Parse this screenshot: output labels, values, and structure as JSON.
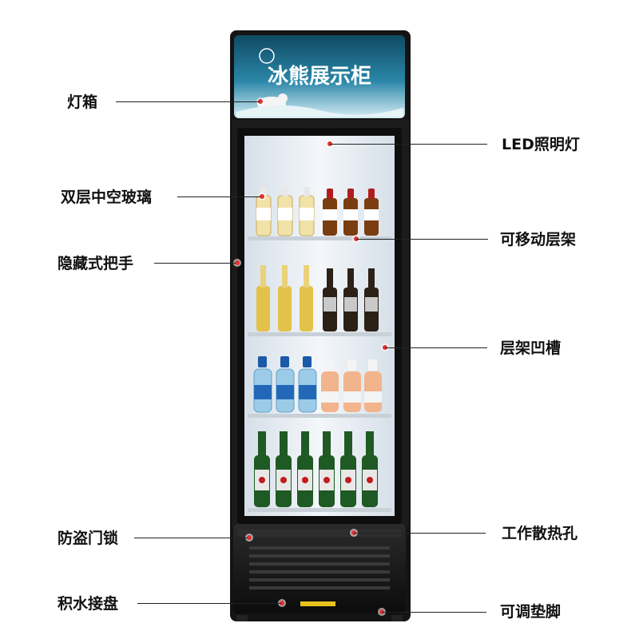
{
  "sign": {
    "text": "冰熊展示柜"
  },
  "callouts": {
    "lightbox": "灯箱",
    "led_light": "LED照明灯",
    "double_glass": "双层中空玻璃",
    "movable_shelf": "可移动层架",
    "hidden_handle": "隐藏式把手",
    "shelf_groove": "层架凹槽",
    "anti_theft_lock": "防盗门锁",
    "vent_holes": "工作散热孔",
    "drip_tray": "积水接盘",
    "adjustable_feet": "可调垫脚"
  },
  "shelves": [
    {
      "name": "shelf-1",
      "items": "tea-bottles-and-cola"
    },
    {
      "name": "shelf-2",
      "items": "yellow-beer-and-dark-beer"
    },
    {
      "name": "shelf-3",
      "items": "blue-water-and-orange-c100"
    },
    {
      "name": "shelf-4",
      "items": "green-beer-bottles"
    }
  ],
  "colors": {
    "cabinet": "#151515",
    "sign_top": "#1f6f8b",
    "sign_ice": "#cfe9f2",
    "glass": "#e9f0f6",
    "marker": "#e53030"
  }
}
